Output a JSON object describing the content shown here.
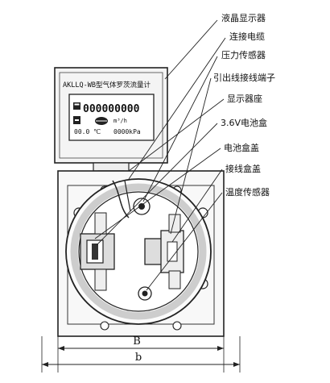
{
  "labels": [
    "液晶显示器",
    "连接电缆",
    "压力传感器",
    "引出线接线端子",
    "显示器座",
    "3.6V电池盒",
    "电池盒盖",
    "接线盒盖",
    "温度传感器"
  ],
  "display": {
    "model": "AKLLQ-WB型气体罗茨流量计",
    "total": "000000000",
    "temp": "00.0 ℃",
    "pressure": "0000kPa",
    "unit": "m³/h"
  },
  "dimensions": {
    "outer": "B",
    "inner": "b"
  }
}
